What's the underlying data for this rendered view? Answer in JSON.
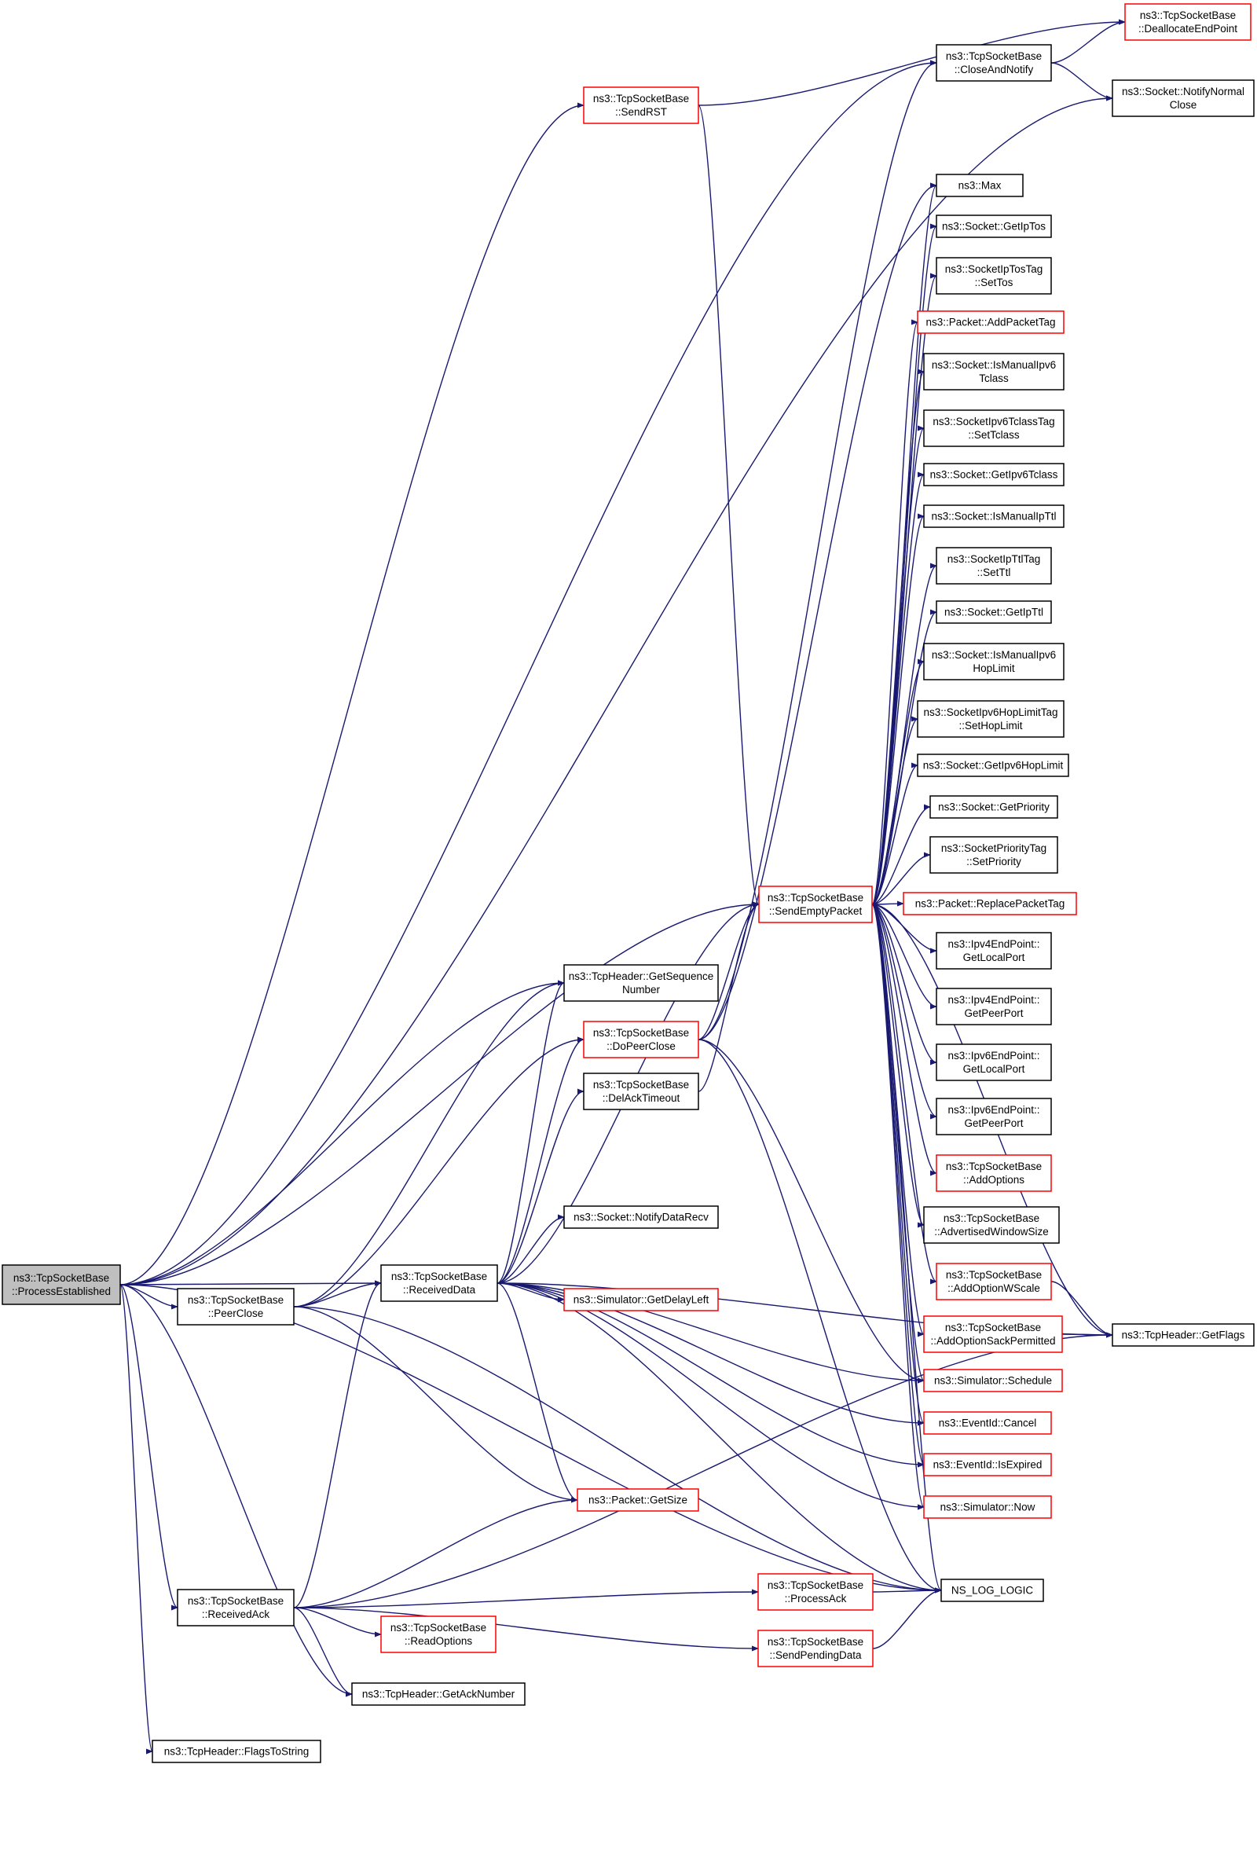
{
  "colors": {
    "edge": "#191970",
    "normal_border": "#000000",
    "linked_border": "#ff0000",
    "root_fill": "#bfbfbf",
    "node_fill": "#ffffff"
  },
  "nodes": [
    {
      "id": "pe",
      "lines": [
        "ns3::TcpSocketBase",
        "::ProcessEstablished"
      ],
      "style": "root"
    },
    {
      "id": "dealloc",
      "lines": [
        "ns3::TcpSocketBase",
        "::DeallocateEndPoint"
      ],
      "style": "linked"
    },
    {
      "id": "closeNotify",
      "lines": [
        "ns3::TcpSocketBase",
        "::CloseAndNotify"
      ],
      "style": "normal"
    },
    {
      "id": "notifyNormal",
      "lines": [
        "ns3::Socket::NotifyNormal",
        "Close"
      ],
      "style": "normal"
    },
    {
      "id": "sendRST",
      "lines": [
        "ns3::TcpSocketBase",
        "::SendRST"
      ],
      "style": "linked"
    },
    {
      "id": "max",
      "lines": [
        "ns3::Max"
      ],
      "style": "normal"
    },
    {
      "id": "getIpTos",
      "lines": [
        "ns3::Socket::GetIpTos"
      ],
      "style": "normal"
    },
    {
      "id": "setTos",
      "lines": [
        "ns3::SocketIpTosTag",
        "::SetTos"
      ],
      "style": "normal"
    },
    {
      "id": "addPacketTag",
      "lines": [
        "ns3::Packet::AddPacketTag"
      ],
      "style": "linked"
    },
    {
      "id": "isManualIpv6Tclass",
      "lines": [
        "ns3::Socket::IsManualIpv6",
        "Tclass"
      ],
      "style": "normal"
    },
    {
      "id": "setTclass",
      "lines": [
        "ns3::SocketIpv6TclassTag",
        "::SetTclass"
      ],
      "style": "normal"
    },
    {
      "id": "getIpv6Tclass",
      "lines": [
        "ns3::Socket::GetIpv6Tclass"
      ],
      "style": "normal"
    },
    {
      "id": "isManualIpTtl",
      "lines": [
        "ns3::Socket::IsManualIpTtl"
      ],
      "style": "normal"
    },
    {
      "id": "setTtl",
      "lines": [
        "ns3::SocketIpTtlTag",
        "::SetTtl"
      ],
      "style": "normal"
    },
    {
      "id": "getIpTtl",
      "lines": [
        "ns3::Socket::GetIpTtl"
      ],
      "style": "normal"
    },
    {
      "id": "isManualIpv6HopLimit",
      "lines": [
        "ns3::Socket::IsManualIpv6",
        "HopLimit"
      ],
      "style": "normal"
    },
    {
      "id": "setHopLimit",
      "lines": [
        "ns3::SocketIpv6HopLimitTag",
        "::SetHopLimit"
      ],
      "style": "normal"
    },
    {
      "id": "getIpv6HopLimit",
      "lines": [
        "ns3::Socket::GetIpv6HopLimit"
      ],
      "style": "normal"
    },
    {
      "id": "getPriority",
      "lines": [
        "ns3::Socket::GetPriority"
      ],
      "style": "normal"
    },
    {
      "id": "setPriority",
      "lines": [
        "ns3::SocketPriorityTag",
        "::SetPriority"
      ],
      "style": "normal"
    },
    {
      "id": "sendEmpty",
      "lines": [
        "ns3::TcpSocketBase",
        "::SendEmptyPacket"
      ],
      "style": "linked"
    },
    {
      "id": "replacePacketTag",
      "lines": [
        "ns3::Packet::ReplacePacketTag"
      ],
      "style": "linked"
    },
    {
      "id": "ipv4Local",
      "lines": [
        "ns3::Ipv4EndPoint::",
        "GetLocalPort"
      ],
      "style": "normal"
    },
    {
      "id": "getSeq",
      "lines": [
        "ns3::TcpHeader::GetSequence",
        "Number"
      ],
      "style": "normal"
    },
    {
      "id": "ipv4Peer",
      "lines": [
        "ns3::Ipv4EndPoint::",
        "GetPeerPort"
      ],
      "style": "normal"
    },
    {
      "id": "doPeerClose",
      "lines": [
        "ns3::TcpSocketBase",
        "::DoPeerClose"
      ],
      "style": "linked"
    },
    {
      "id": "ipv6Local",
      "lines": [
        "ns3::Ipv6EndPoint::",
        "GetLocalPort"
      ],
      "style": "normal"
    },
    {
      "id": "delAck",
      "lines": [
        "ns3::TcpSocketBase",
        "::DelAckTimeout"
      ],
      "style": "normal"
    },
    {
      "id": "ipv6Peer",
      "lines": [
        "ns3::Ipv6EndPoint::",
        "GetPeerPort"
      ],
      "style": "normal"
    },
    {
      "id": "addOptions",
      "lines": [
        "ns3::TcpSocketBase",
        "::AddOptions"
      ],
      "style": "linked"
    },
    {
      "id": "notifyDataRecv",
      "lines": [
        "ns3::Socket::NotifyDataRecv"
      ],
      "style": "normal"
    },
    {
      "id": "advWin",
      "lines": [
        "ns3::TcpSocketBase",
        "::AdvertisedWindowSize"
      ],
      "style": "normal"
    },
    {
      "id": "addWScale",
      "lines": [
        "ns3::TcpSocketBase",
        "::AddOptionWScale"
      ],
      "style": "linked"
    },
    {
      "id": "peerClose",
      "lines": [
        "ns3::TcpSocketBase",
        "::PeerClose"
      ],
      "style": "normal"
    },
    {
      "id": "receivedData",
      "lines": [
        "ns3::TcpSocketBase",
        "::ReceivedData"
      ],
      "style": "normal"
    },
    {
      "id": "getDelayLeft",
      "lines": [
        "ns3::Simulator::GetDelayLeft"
      ],
      "style": "linked"
    },
    {
      "id": "addSackPerm",
      "lines": [
        "ns3::TcpSocketBase",
        "::AddOptionSackPermitted"
      ],
      "style": "linked"
    },
    {
      "id": "getFlags",
      "lines": [
        "ns3::TcpHeader::GetFlags"
      ],
      "style": "normal"
    },
    {
      "id": "schedule",
      "lines": [
        "ns3::Simulator::Schedule"
      ],
      "style": "linked"
    },
    {
      "id": "cancel",
      "lines": [
        "ns3::EventId::Cancel"
      ],
      "style": "linked"
    },
    {
      "id": "isExpired",
      "lines": [
        "ns3::EventId::IsExpired"
      ],
      "style": "linked"
    },
    {
      "id": "now",
      "lines": [
        "ns3::Simulator::Now"
      ],
      "style": "linked"
    },
    {
      "id": "getSize",
      "lines": [
        "ns3::Packet::GetSize"
      ],
      "style": "linked"
    },
    {
      "id": "processAck",
      "lines": [
        "ns3::TcpSocketBase",
        "::ProcessAck"
      ],
      "style": "linked"
    },
    {
      "id": "nsLog",
      "lines": [
        "NS_LOG_LOGIC"
      ],
      "style": "normal"
    },
    {
      "id": "receivedAck",
      "lines": [
        "ns3::TcpSocketBase",
        "::ReceivedAck"
      ],
      "style": "normal"
    },
    {
      "id": "readOptions",
      "lines": [
        "ns3::TcpSocketBase",
        "::ReadOptions"
      ],
      "style": "linked"
    },
    {
      "id": "sendPending",
      "lines": [
        "ns3::TcpSocketBase",
        "::SendPendingData"
      ],
      "style": "linked"
    },
    {
      "id": "getAck",
      "lines": [
        "ns3::TcpHeader::GetAckNumber"
      ],
      "style": "normal"
    },
    {
      "id": "flagsToString",
      "lines": [
        "ns3::TcpHeader::FlagsToString"
      ],
      "style": "normal"
    }
  ],
  "edges": [
    [
      "pe",
      "sendRST"
    ],
    [
      "pe",
      "closeNotify"
    ],
    [
      "pe",
      "notifyNormal"
    ],
    [
      "pe",
      "sendEmpty"
    ],
    [
      "pe",
      "getSeq"
    ],
    [
      "pe",
      "peerClose"
    ],
    [
      "pe",
      "receivedData"
    ],
    [
      "pe",
      "receivedAck"
    ],
    [
      "pe",
      "nsLog"
    ],
    [
      "pe",
      "getAck"
    ],
    [
      "pe",
      "flagsToString"
    ],
    [
      "sendRST",
      "dealloc"
    ],
    [
      "sendRST",
      "sendEmpty"
    ],
    [
      "closeNotify",
      "dealloc"
    ],
    [
      "closeNotify",
      "notifyNormal"
    ],
    [
      "sendEmpty",
      "max"
    ],
    [
      "sendEmpty",
      "getIpTos"
    ],
    [
      "sendEmpty",
      "setTos"
    ],
    [
      "sendEmpty",
      "addPacketTag"
    ],
    [
      "sendEmpty",
      "isManualIpv6Tclass"
    ],
    [
      "sendEmpty",
      "setTclass"
    ],
    [
      "sendEmpty",
      "getIpv6Tclass"
    ],
    [
      "sendEmpty",
      "isManualIpTtl"
    ],
    [
      "sendEmpty",
      "setTtl"
    ],
    [
      "sendEmpty",
      "getIpTtl"
    ],
    [
      "sendEmpty",
      "isManualIpv6HopLimit"
    ],
    [
      "sendEmpty",
      "setHopLimit"
    ],
    [
      "sendEmpty",
      "getIpv6HopLimit"
    ],
    [
      "sendEmpty",
      "getPriority"
    ],
    [
      "sendEmpty",
      "setPriority"
    ],
    [
      "sendEmpty",
      "replacePacketTag"
    ],
    [
      "sendEmpty",
      "ipv4Local"
    ],
    [
      "sendEmpty",
      "ipv4Peer"
    ],
    [
      "sendEmpty",
      "ipv6Local"
    ],
    [
      "sendEmpty",
      "ipv6Peer"
    ],
    [
      "sendEmpty",
      "addOptions"
    ],
    [
      "sendEmpty",
      "advWin"
    ],
    [
      "sendEmpty",
      "addWScale"
    ],
    [
      "sendEmpty",
      "addSackPerm"
    ],
    [
      "sendEmpty",
      "schedule"
    ],
    [
      "sendEmpty",
      "cancel"
    ],
    [
      "sendEmpty",
      "isExpired"
    ],
    [
      "sendEmpty",
      "now"
    ],
    [
      "sendEmpty",
      "nsLog"
    ],
    [
      "sendEmpty",
      "getFlags"
    ],
    [
      "addWScale",
      "getFlags"
    ],
    [
      "addSackPerm",
      "getFlags"
    ],
    [
      "doPeerClose",
      "closeNotify"
    ],
    [
      "doPeerClose",
      "max"
    ],
    [
      "doPeerClose",
      "sendEmpty"
    ],
    [
      "doPeerClose",
      "schedule"
    ],
    [
      "doPeerClose",
      "nsLog"
    ],
    [
      "delAck",
      "sendEmpty"
    ],
    [
      "peerClose",
      "getSeq"
    ],
    [
      "peerClose",
      "doPeerClose"
    ],
    [
      "peerClose",
      "receivedData"
    ],
    [
      "peerClose",
      "getSize"
    ],
    [
      "peerClose",
      "nsLog"
    ],
    [
      "receivedData",
      "getSeq"
    ],
    [
      "receivedData",
      "doPeerClose"
    ],
    [
      "receivedData",
      "delAck"
    ],
    [
      "receivedData",
      "sendEmpty"
    ],
    [
      "receivedData",
      "notifyDataRecv"
    ],
    [
      "receivedData",
      "getDelayLeft"
    ],
    [
      "receivedData",
      "getSize"
    ],
    [
      "receivedData",
      "schedule"
    ],
    [
      "receivedData",
      "cancel"
    ],
    [
      "receivedData",
      "isExpired"
    ],
    [
      "receivedData",
      "now"
    ],
    [
      "receivedData",
      "nsLog"
    ],
    [
      "receivedData",
      "getFlags"
    ],
    [
      "receivedAck",
      "receivedData"
    ],
    [
      "receivedAck",
      "getSize"
    ],
    [
      "receivedAck",
      "processAck"
    ],
    [
      "receivedAck",
      "readOptions"
    ],
    [
      "receivedAck",
      "sendPending"
    ],
    [
      "receivedAck",
      "getFlags"
    ],
    [
      "receivedAck",
      "getAck"
    ],
    [
      "processAck",
      "nsLog"
    ],
    [
      "sendPending",
      "nsLog"
    ]
  ]
}
